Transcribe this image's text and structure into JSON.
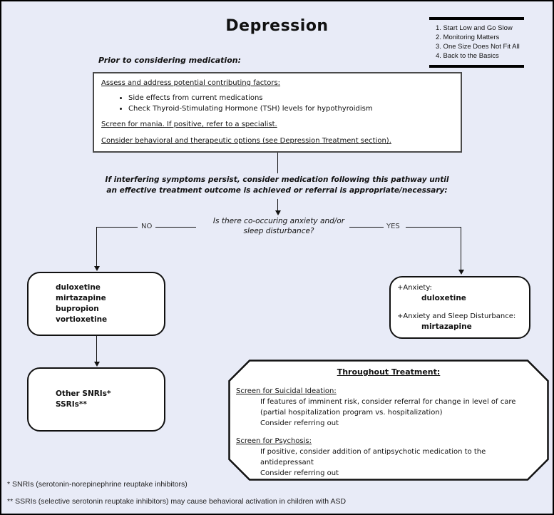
{
  "page": {
    "title": "Depression",
    "background_color": "#e8ebf7",
    "box_fill": "#ffffff",
    "line_color": "#111111"
  },
  "principles": {
    "items": [
      "1. Start Low and Go Slow",
      "2. Monitoring Matters",
      "3. One Size Does Not Fit All",
      "4. Back to the Basics"
    ]
  },
  "prior_section": {
    "label": "Prior to considering medication:",
    "assess_heading": "Assess and address potential contributing factors:",
    "bullets": [
      "Side effects from current medications",
      "Check Thyroid-Stimulating Hormone (TSH) levels for hypothyroidism"
    ],
    "mania_line": "Screen for mania. If positive, refer to a specialist.",
    "behavioral_line": "Consider behavioral and therapeutic options (see Depression Treatment section)."
  },
  "pathway_note": {
    "line1": "If interfering symptoms persist, consider medication following this pathway until",
    "line2": "an effective treatment outcome is achieved or referral is appropriate/necessary:"
  },
  "decision": {
    "question_line1": "Is there co-occuring anxiety and/or",
    "question_line2": "sleep disturbance?",
    "no_label": "NO",
    "yes_label": "YES"
  },
  "no_branch": {
    "first_line_meds": [
      "duloxetine",
      "mirtazapine",
      "bupropion",
      "vortioxetine"
    ],
    "second_line_meds": [
      "Other SNRIs*",
      "SSRIs**"
    ]
  },
  "yes_branch": {
    "anxiety_label": "+Anxiety:",
    "anxiety_med": "duloxetine",
    "anxiety_sleep_label": "+Anxiety and Sleep Disturbance:",
    "anxiety_sleep_med": "mirtazapine"
  },
  "throughout": {
    "title": "Throughout Treatment:",
    "suicidal_heading": "Screen for Suicidal Ideation:",
    "suicidal_lines": [
      "If features of imminent risk, consider referral for change in level of care",
      "(partial hospitalization program vs. hospitalization)",
      "Consider referring out"
    ],
    "psychosis_heading": "Screen for Psychosis:",
    "psychosis_lines": [
      "If positive, consider addition of antipsychotic medication to the",
      "antidepressant",
      "Consider referring out"
    ]
  },
  "footnotes": {
    "snri": "* SNRIs (serotonin-norepinephrine reuptake inhibitors)",
    "ssri": "** SSRIs (selective serotonin reuptake inhibitors) may cause behavioral activation in children with ASD"
  }
}
